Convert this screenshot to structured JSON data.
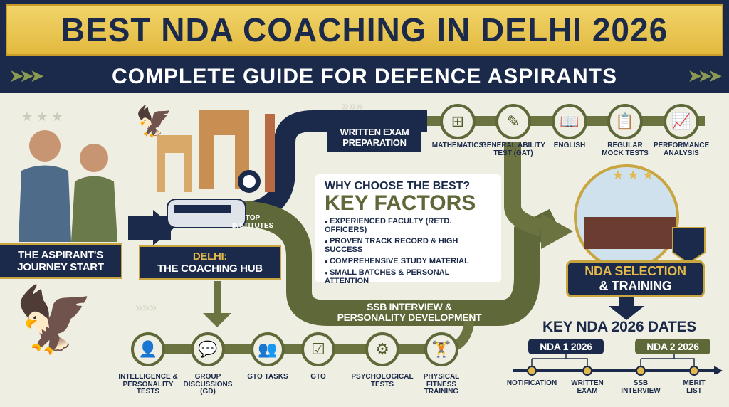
{
  "header": {
    "title": "BEST NDA COACHING IN DELHI 2026",
    "subtitle": "COMPLETE GUIDE FOR DEFENCE ASPIRANTS"
  },
  "journey": {
    "start_line1": "THE ASPIRANT'S",
    "start_line2": "JOURNEY START",
    "hub_line1": "DELHI:",
    "hub_line2": "THE COACHING HUB",
    "top_institutes_line1": "TOP",
    "top_institutes_line2": "INSTITUTES"
  },
  "written": {
    "title_line1": "WRITTEN EXAM",
    "title_line2": "PREPARATION",
    "subjects": [
      {
        "icon": "calculator-icon",
        "label_line1": "MATHEMATICS",
        "label_line2": ""
      },
      {
        "icon": "document-pencil-icon",
        "label_line1": "GENERAL ABILITY",
        "label_line2": "TEST (GAT)"
      },
      {
        "icon": "book-icon",
        "label_line1": "ENGLISH",
        "label_line2": ""
      },
      {
        "icon": "clipboard-icon",
        "label_line1": "REGULAR",
        "label_line2": "MOCK TESTS"
      },
      {
        "icon": "growth-chart-icon",
        "label_line1": "PERFORMANCE",
        "label_line2": "ANALYSIS"
      }
    ]
  },
  "key_factors": {
    "question": "WHY CHOOSE THE BEST?",
    "title": "KEY FACTORS",
    "items": [
      "EXPERIENCED FACULTY (RETD. OFFICERS)",
      "PROVEN TRACK RECORD & HIGH SUCCESS",
      "COMPREHENSIVE STUDY MATERIAL",
      "SMALL BATCHES & PERSONAL ATTENTION"
    ]
  },
  "ssb": {
    "title_line1": "SSB INTERVIEW &",
    "title_line2": "PERSONALITY DEVELOPMENT",
    "steps": [
      {
        "icon": "person-mind-icon",
        "label": "INTELLIGENCE & PERSONALITY TESTS"
      },
      {
        "icon": "discussion-icon",
        "label": "GROUP DISCUSSIONS (GD)"
      },
      {
        "icon": "group-icon",
        "label": "GTO TASKS"
      },
      {
        "icon": "checklist-icon",
        "label": "GTO"
      },
      {
        "icon": "head-gears-icon",
        "label": "PSYCHOLOGICAL TESTS"
      },
      {
        "icon": "weightlifter-icon",
        "label": "PHYSICAL FITNESS TRAINING"
      }
    ]
  },
  "selection": {
    "line1": "NDA SELECTION",
    "line2": "& TRAINING"
  },
  "dates": {
    "title": "KEY NDA 2026 DATES",
    "nda1": "NDA 1 2026",
    "nda2": "NDA 2 2026",
    "milestones": [
      {
        "line1": "NOTIFICATION",
        "line2": ""
      },
      {
        "line1": "WRITTEN",
        "line2": "EXAM"
      },
      {
        "line1": "SSB",
        "line2": "INTERVIEW"
      },
      {
        "line1": "MERIT",
        "line2": "LIST"
      }
    ]
  },
  "colors": {
    "navy": "#1b2a4a",
    "gold": "#e2b94a",
    "olive": "#5e6838",
    "background": "#efeee2"
  }
}
